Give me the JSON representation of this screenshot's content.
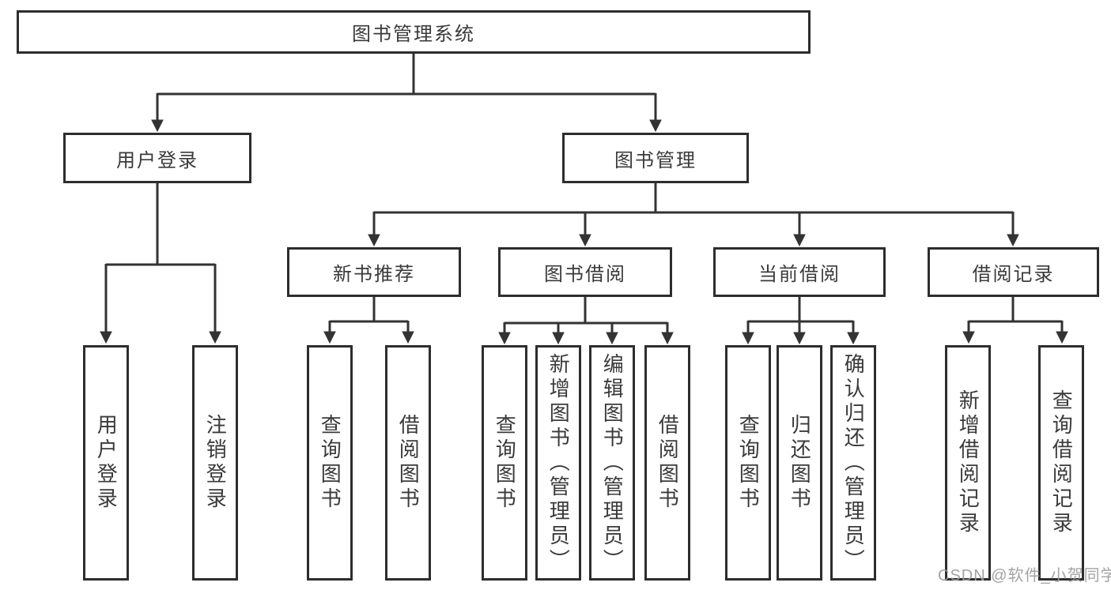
{
  "diagram": {
    "root": {
      "label": "图书管理系统"
    },
    "branches": [
      {
        "label": "用户登录",
        "children": [
          {
            "label": "用户登录"
          },
          {
            "label": "注销登录"
          }
        ]
      },
      {
        "label": "图书管理",
        "children": [
          {
            "label": "新书推荐",
            "children": [
              {
                "label": "查询图书"
              },
              {
                "label": "借阅图书"
              }
            ]
          },
          {
            "label": "图书借阅",
            "children": [
              {
                "label": "查询图书"
              },
              {
                "label": "新增图书（管理员）"
              },
              {
                "label": "编辑图书（管理员）"
              },
              {
                "label": "借阅图书"
              }
            ]
          },
          {
            "label": "当前借阅",
            "children": [
              {
                "label": "查询图书"
              },
              {
                "label": "归还图书"
              },
              {
                "label": "确认归还（管理员）"
              }
            ]
          },
          {
            "label": "借阅记录",
            "children": [
              {
                "label": "新增借阅记录"
              },
              {
                "label": "查询借阅记录"
              }
            ]
          }
        ]
      }
    ]
  },
  "watermark": {
    "text": "CSDN @软件_小贺同学"
  },
  "colors": {
    "line": "#333333",
    "box_border": "#2d2d2d",
    "text": "#3a3a3a",
    "watermark": "#9c9c9c",
    "background": "#ffffff"
  }
}
